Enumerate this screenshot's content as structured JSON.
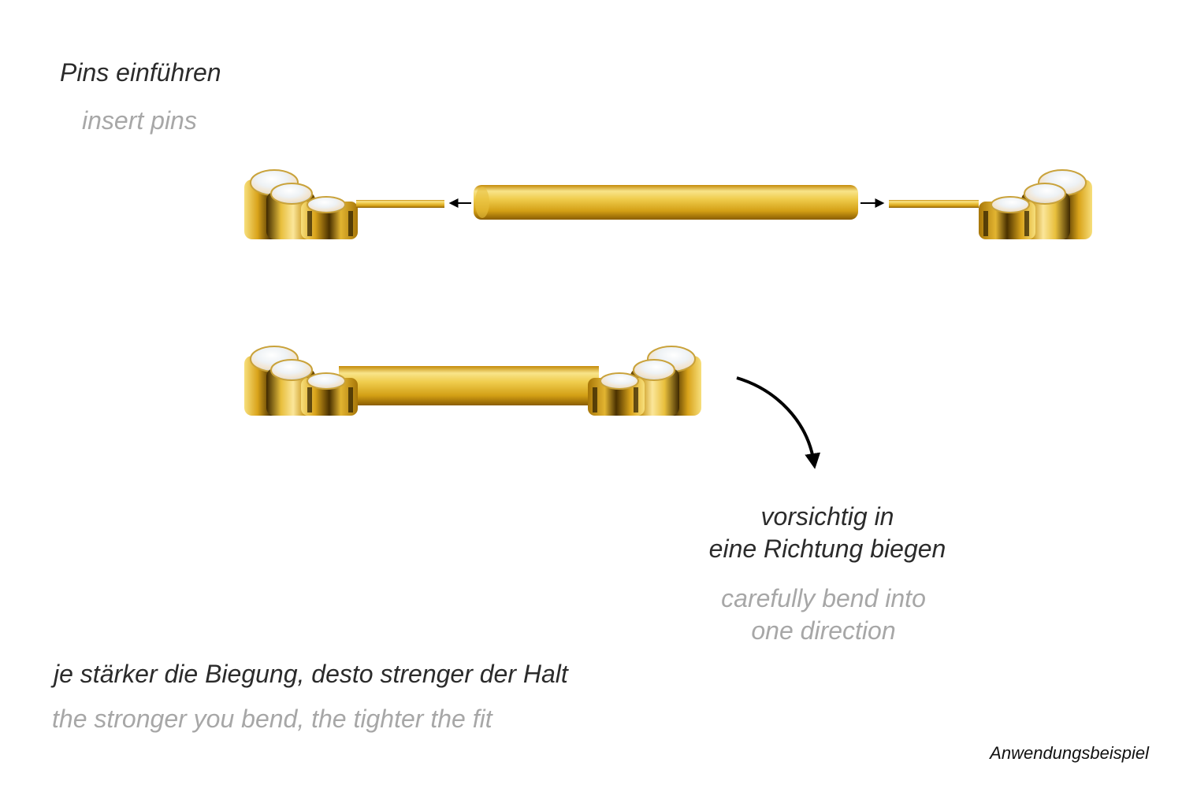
{
  "instructions": {
    "insert_pins": {
      "de": "Pins einführen",
      "en": "insert pins"
    },
    "bend": {
      "de_line1": "vorsichtig in",
      "de_line2": "eine Richtung biegen",
      "en_line1": "carefully bend into",
      "en_line2": "one direction"
    },
    "fit": {
      "de": "je stärker die Biegung, desto strenger der Halt",
      "en": "the stronger you bend, the tighter the fit"
    }
  },
  "footer": {
    "note": "Anwendungsbeispiel"
  },
  "colors": {
    "gold_light": "#f6dc6e",
    "gold_mid": "#d9a91a",
    "gold_dark": "#7a5200",
    "opal": "#eef3f6",
    "text_de": "#2b2b2b",
    "text_en": "#a7a7a7"
  }
}
